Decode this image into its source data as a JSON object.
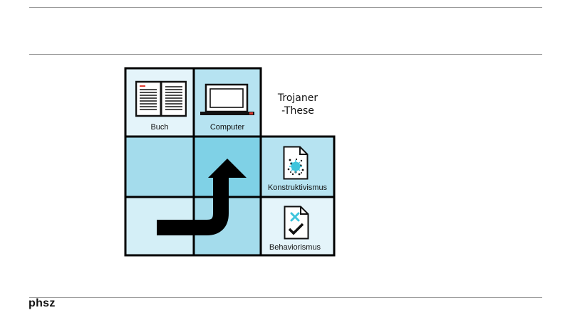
{
  "brand": "phsz",
  "thesis": {
    "line1": "Trojaner",
    "line2": "-These"
  },
  "cells": {
    "book": "Buch",
    "computer": "Computer",
    "constructivism": "Konstruktivismus",
    "behaviorism": "Behaviorismus"
  },
  "colors": {
    "pale_blue": "#e4f4fa",
    "light_blue": "#b6e3f1",
    "mid_blue": "#a4dcec",
    "accent_blue": "#7fd1e6",
    "border": "#000000",
    "red_accent": "#e03c31",
    "cyan_icon": "#3ec4dc"
  },
  "icons": [
    "open-book-icon",
    "laptop-icon",
    "virus-document-icon",
    "checked-document-icon",
    "curved-arrow-icon"
  ]
}
